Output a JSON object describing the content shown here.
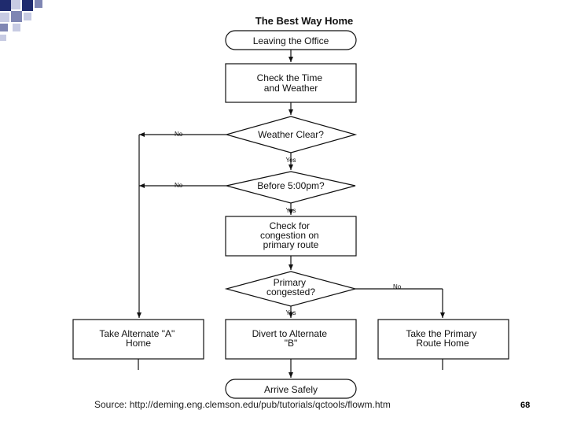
{
  "slide": {
    "source": "Source: http://deming.eng.clemson.edu/pub/tutorials/qctools/flowm.htm",
    "page_number": "68",
    "decoration_colors": {
      "navy": "#1f2b6e",
      "mid": "#7f86b3",
      "light": "#c7cbe3"
    }
  },
  "flowchart": {
    "title": "The Best Way Home",
    "nodes": {
      "start": "Leaving the Office",
      "check_time": [
        "Check the Time",
        "and Weather"
      ],
      "weather": "Weather Clear?",
      "before": "Before 5:00pm?",
      "congestion": [
        "Check for",
        "congestion on",
        "primary route"
      ],
      "congested": [
        "Primary",
        "congested?"
      ],
      "alt_a": [
        "Take Alternate \"A\"",
        "Home"
      ],
      "alt_b": [
        "Divert to Alternate",
        "\"B\""
      ],
      "primary": [
        "Take the Primary",
        "Route Home"
      ],
      "end": "Arrive Safely"
    },
    "edge_labels": {
      "weather_no": "No",
      "weather_yes": "Yes",
      "before_no": "No",
      "before_yes": "Yes",
      "congested_no": "No",
      "congested_yes": "Yes"
    }
  }
}
